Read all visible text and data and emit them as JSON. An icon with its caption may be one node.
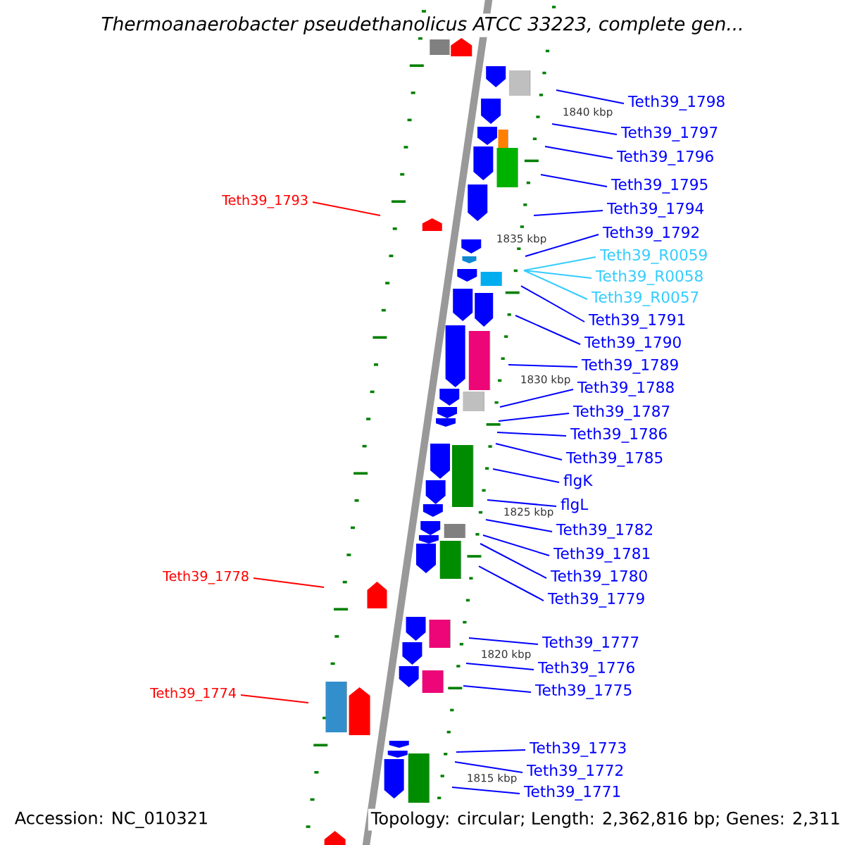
{
  "diagram": {
    "title": "Thermoanaerobacter pseudethanolicus ATCC 33223, complete gen...",
    "nodes": [
      {
        "text": [
          "Teth39_1798"
        ]
      },
      {
        "text": [
          "Teth39_1797"
        ]
      },
      {
        "text": [
          "Teth39_1796"
        ]
      },
      {
        "text": [
          "Teth39_1795"
        ]
      },
      {
        "text": [
          "Teth39_1793"
        ]
      },
      {
        "text": [
          "Teth39_1794"
        ]
      },
      {
        "text": [
          "Teth39_1792"
        ]
      },
      {
        "text": [
          "Teth39_R0059"
        ]
      },
      {
        "text": [
          "Teth39_R0058"
        ]
      },
      {
        "text": [
          "Teth39_R0057"
        ]
      },
      {
        "text": [
          "Teth39_1791"
        ]
      },
      {
        "text": [
          "Teth39_1790"
        ]
      },
      {
        "text": [
          "Teth39_1789"
        ]
      },
      {
        "text": [
          "Teth39_1788"
        ]
      },
      {
        "text": [
          "Teth39_1787"
        ]
      },
      {
        "text": [
          "Teth39_1786"
        ]
      },
      {
        "text": [
          "Teth39_1785"
        ]
      },
      {
        "text": [
          "flgK"
        ]
      },
      {
        "text": [
          "flgL"
        ]
      },
      {
        "text": [
          "Teth39_1782"
        ]
      },
      {
        "text": [
          "Teth39_1781"
        ]
      },
      {
        "text": [
          "Teth39_1780"
        ]
      },
      {
        "text": [
          "Teth39_1778"
        ]
      },
      {
        "text": [
          "Teth39_1779"
        ]
      },
      {
        "text": [
          "Teth39_1777"
        ]
      },
      {
        "text": [
          "Teth39_1776"
        ]
      },
      {
        "text": [
          "Teth39_1775"
        ]
      },
      {
        "text": [
          "Teth39_1774"
        ]
      },
      {
        "text": [
          "Teth39_1773"
        ]
      },
      {
        "text": [
          "Teth39_1772"
        ]
      },
      {
        "text": [
          "Teth39_1771"
        ]
      }
    ],
    "edges": [
      {
        "from": 0,
        "to": null,
        "arrow": "none"
      },
      {
        "from": 1,
        "to": null,
        "arrow": "none"
      },
      {
        "from": 2,
        "to": null,
        "arrow": "none"
      },
      {
        "from": 3,
        "to": null,
        "arrow": "none"
      },
      {
        "from": 4,
        "to": null,
        "arrow": "none",
        "color": "#ff0000"
      },
      {
        "from": 5,
        "to": null,
        "arrow": "none"
      },
      {
        "from": 6,
        "to": null,
        "arrow": "none"
      },
      {
        "from": 7,
        "to": null,
        "arrow": "none",
        "color": "#33ccff"
      },
      {
        "from": 8,
        "to": null,
        "arrow": "none",
        "color": "#33ccff"
      },
      {
        "from": 9,
        "to": null,
        "arrow": "none",
        "color": "#33ccff"
      },
      {
        "from": 10,
        "to": null,
        "arrow": "none"
      },
      {
        "from": 11,
        "to": null,
        "arrow": "none"
      },
      {
        "from": 12,
        "to": null,
        "arrow": "none"
      },
      {
        "from": 13,
        "to": null,
        "arrow": "none"
      },
      {
        "from": 14,
        "to": null,
        "arrow": "none"
      },
      {
        "from": 15,
        "to": null,
        "arrow": "none"
      },
      {
        "from": 16,
        "to": null,
        "arrow": "none"
      },
      {
        "from": 17,
        "to": null,
        "arrow": "none"
      },
      {
        "from": 18,
        "to": null,
        "arrow": "none"
      },
      {
        "from": 19,
        "to": null,
        "arrow": "none"
      },
      {
        "from": 20,
        "to": null,
        "arrow": "none"
      },
      {
        "from": 21,
        "to": null,
        "arrow": "none"
      },
      {
        "from": 22,
        "to": null,
        "arrow": "none",
        "color": "#ff0000"
      },
      {
        "from": 23,
        "to": null,
        "arrow": "none"
      },
      {
        "from": 24,
        "to": null,
        "arrow": "none"
      },
      {
        "from": 25,
        "to": null,
        "arrow": "none"
      },
      {
        "from": 26,
        "to": null,
        "arrow": "none"
      },
      {
        "from": 27,
        "to": null,
        "arrow": "none",
        "color": "#ff0000"
      },
      {
        "from": 28,
        "to": null,
        "arrow": "none"
      },
      {
        "from": 29,
        "to": null,
        "arrow": "none"
      },
      {
        "from": 30,
        "to": null,
        "arrow": "none"
      }
    ],
    "labels": [
      "1840 kbp",
      "1835 kbp",
      "1830 kbp",
      "1825 kbp",
      "1820 kbp",
      "1815 kbp",
      "Accession: NC_010321",
      "Topology: circular; Length: 2,362,816 bp; Genes: 2,311"
    ]
  }
}
